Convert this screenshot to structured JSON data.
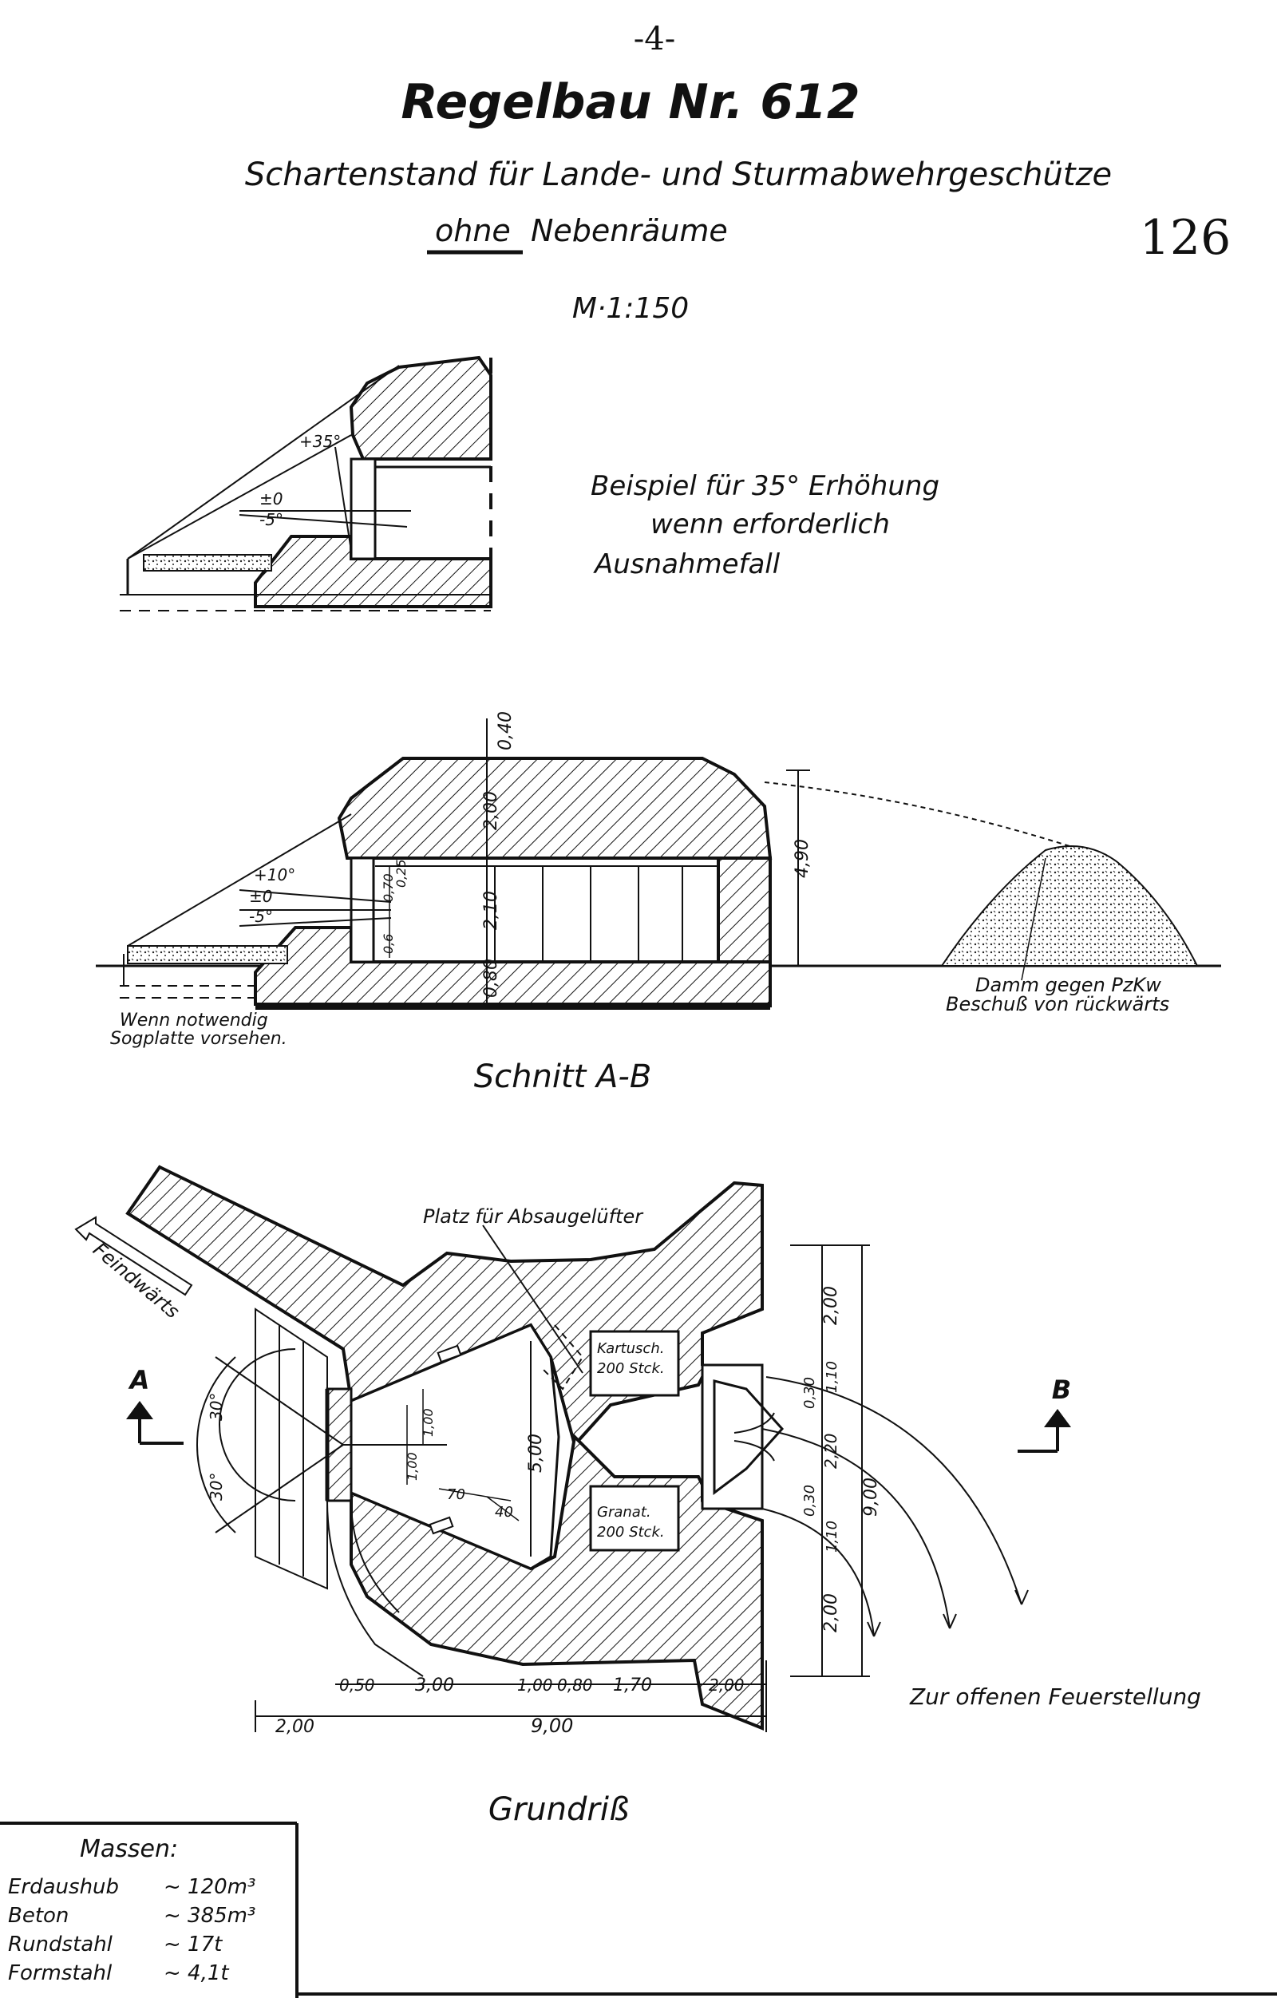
{
  "header": {
    "page_number": "-4-",
    "title": "Regelbau Nr. 612",
    "subtitle": "Schartenstand für Lande- und Sturmabwehrgeschütze",
    "subtitle2_underlined": "ohne",
    "subtitle2_rest": "Nebenräume",
    "sheet_number": "126",
    "scale": "M·1:150"
  },
  "example_section": {
    "note_line1": "Beispiel für 35° Erhöhung",
    "note_line2": "wenn erforderlich",
    "note_line3": "Ausnahmefall",
    "angle_up": "+35°",
    "angle_zero": "±0",
    "angle_down": "-5°"
  },
  "section_ab": {
    "caption": "Schnitt A-B",
    "angle_up": "+10°",
    "angle_zero": "±0",
    "angle_down": "-5°",
    "dim_top": "0,40",
    "dim_roof": "2,00",
    "dim_room": "2,10",
    "dim_floor": "0,80",
    "dim_total": "4,90",
    "dim_small1": "0,70",
    "dim_small2": "0,25",
    "dim_small3": "0,6",
    "note_left_line1": "Wenn notwendig",
    "note_left_line2": "Sogplatte vorsehen.",
    "dam_line1": "Damm gegen PzKw",
    "dam_line2": "Beschuß von rückwärts"
  },
  "plan": {
    "caption": "Grundriß",
    "direction_label": "Feindwärts",
    "marker_a": "A",
    "marker_b": "B",
    "ventilator_note": "Platz für Absaugelüfter",
    "room_top_line1": "Kartusch.",
    "room_top_line2": "200 Stck.",
    "room_bottom_line1": "Granat.",
    "room_bottom_line2": "200 Stck.",
    "angle_top": "30°",
    "angle_bottom": "30°",
    "dim_inner_height": "5,00",
    "dim_70": "70",
    "dim_40": "40",
    "dim_100a": "1,00",
    "dim_100b": "1,00",
    "right_dims": [
      "2,00",
      "1,10",
      "0,30",
      "2,20",
      "0,30",
      "1,10",
      "2,00"
    ],
    "right_total": "9,00",
    "bottom_dims": [
      "0,50",
      "3,00",
      "1,00",
      "0,80",
      "1,70",
      "2,00"
    ],
    "bottom_left": "2,00",
    "bottom_total": "9,00",
    "exit_note": "Zur offenen Feuerstellung"
  },
  "massen": {
    "title": "Massen:",
    "rows": [
      {
        "label": "Erdaushub",
        "value": "~ 120m³"
      },
      {
        "label": "Beton",
        "value": "~ 385m³"
      },
      {
        "label": "Rundstahl",
        "value": "~ 17t"
      },
      {
        "label": "Formstahl",
        "value": "~ 4,1t"
      }
    ]
  }
}
